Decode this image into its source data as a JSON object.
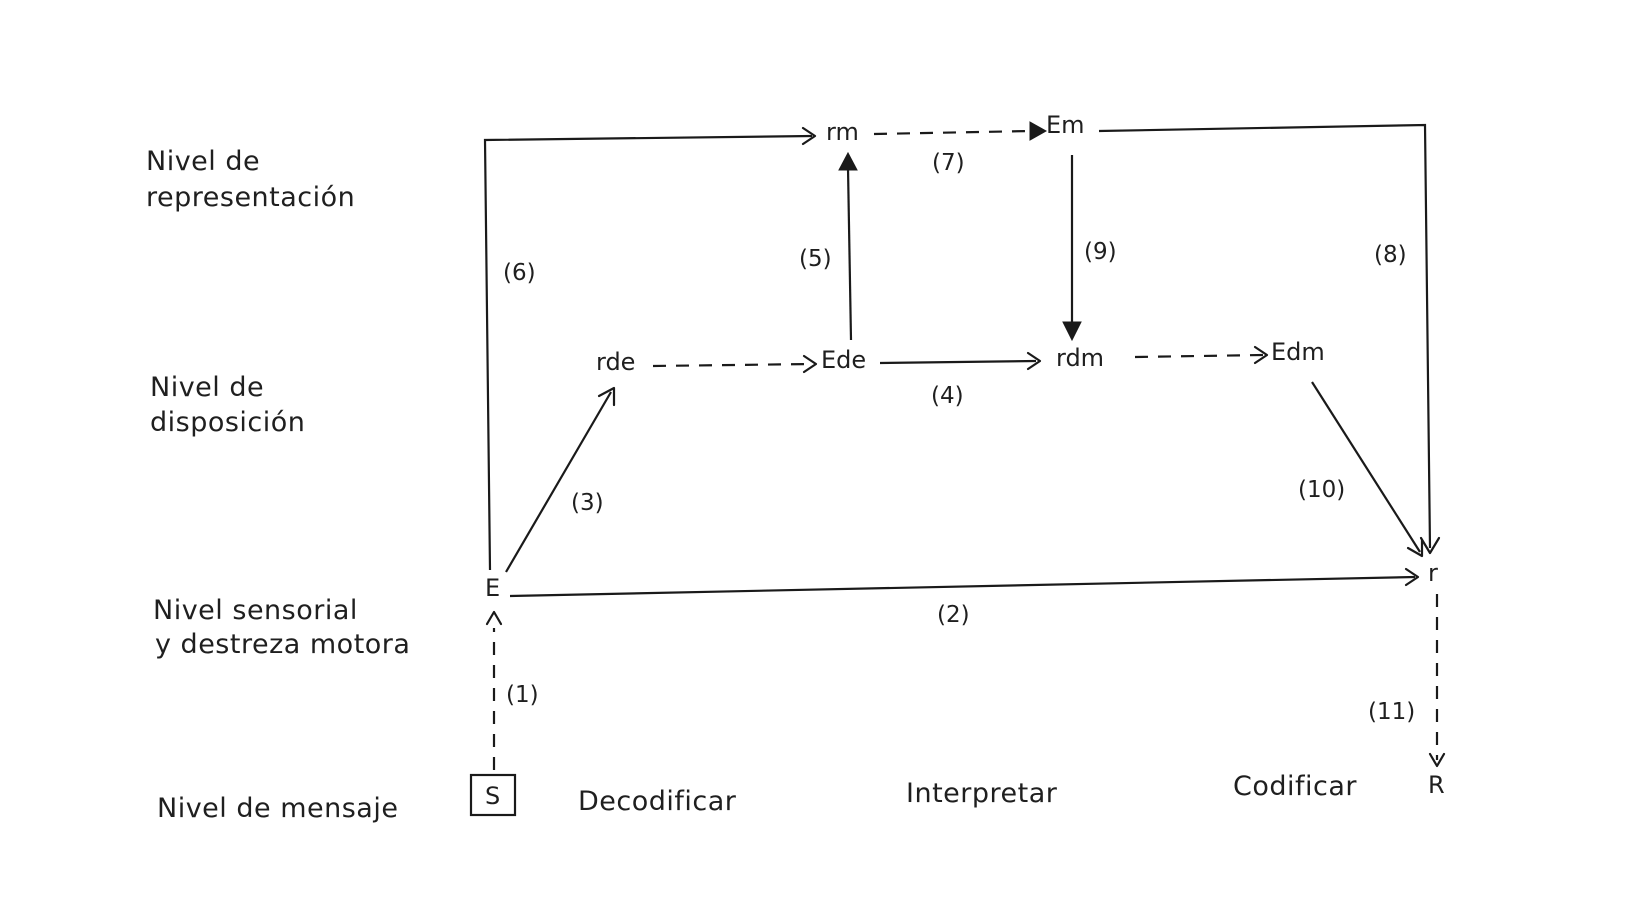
{
  "levels": {
    "representation_line1": "Nivel de",
    "representation_line2": "representación",
    "disposition_line1": "Nivel de",
    "disposition_line2": "disposición",
    "sensory_line1": "Nivel sensorial",
    "sensory_line2": "y destreza motora",
    "message": "Nivel de mensaje"
  },
  "nodes": {
    "rm": "rm",
    "Em": "Em",
    "rde": "rde",
    "Ede": "Ede",
    "rdm": "rdm",
    "Edm": "Edm",
    "E": "E",
    "r": "r",
    "S": "S",
    "R": "R"
  },
  "edges": {
    "e1": "(1)",
    "e2": "(2)",
    "e3": "(3)",
    "e4": "(4)",
    "e5": "(5)",
    "e6": "(6)",
    "e7": "(7)",
    "e8": "(8)",
    "e9": "(9)",
    "e10": "(10)",
    "e11": "(11)"
  },
  "stages": {
    "decode": "Decodificar",
    "interpret": "Interpretar",
    "encode": "Codificar"
  }
}
